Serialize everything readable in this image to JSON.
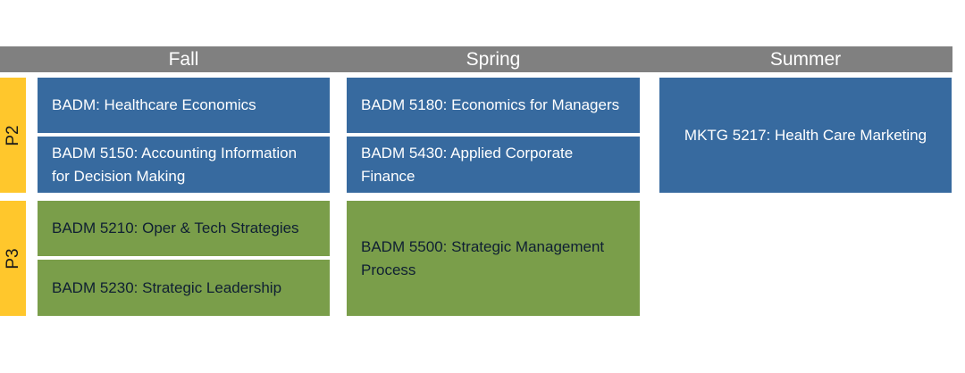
{
  "terms": [
    "Fall",
    "Spring",
    "Summer"
  ],
  "periods": [
    "P2",
    "P3"
  ],
  "colors": {
    "header": "#808080",
    "period_tab": "#ffc72c",
    "course_blue": "#376a9f",
    "course_green": "#7a9e4a"
  },
  "courses": {
    "p2_fall_1": "BADM: Healthcare Economics",
    "p2_fall_2": "BADM 5150: Accounting Information for Decision Making",
    "p2_spring_1": "BADM 5180: Economics for Managers",
    "p2_spring_2": "BADM 5430: Applied Corporate Finance",
    "p2_summer_1": "MKTG 5217: Health Care Marketing",
    "p3_fall_1": "BADM 5210: Oper & Tech Strategies",
    "p3_fall_2": "BADM 5230: Strategic Leadership",
    "p3_spring_1": "BADM 5500: Strategic Management Process"
  }
}
